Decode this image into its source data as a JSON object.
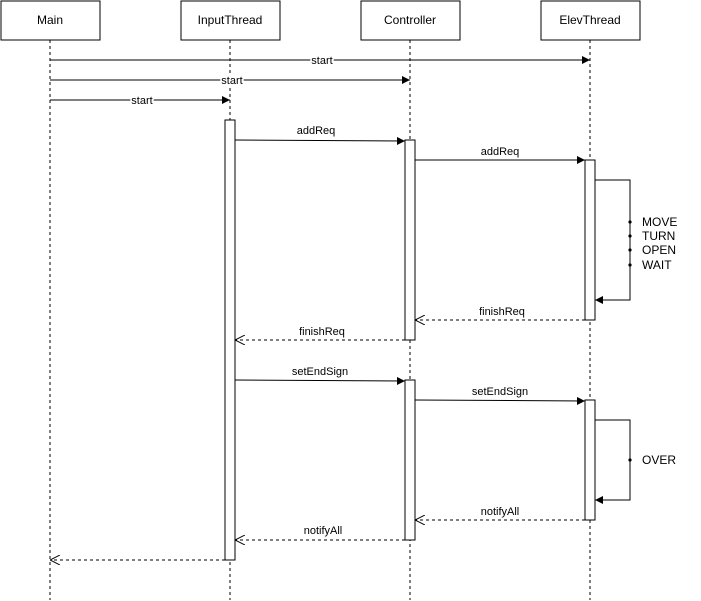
{
  "participants": [
    {
      "id": "main",
      "label": "Main"
    },
    {
      "id": "input",
      "label": "InputThread"
    },
    {
      "id": "controller",
      "label": "Controller"
    },
    {
      "id": "elev",
      "label": "ElevThread"
    }
  ],
  "messages": {
    "start_elev": "start",
    "start_controller": "start",
    "start_input": "start",
    "addreq_1": "addReq",
    "addreq_2": "addReq",
    "finishreq_1": "finishReq",
    "finishreq_2": "finishReq",
    "setendsign_1": "setEndSign",
    "setendsign_2": "setEndSign",
    "notifyall_1": "notifyAll",
    "notifyall_2": "notifyAll"
  },
  "elev_steps": [
    "MOVE",
    "TURN",
    "OPEN",
    "WAIT"
  ],
  "elev_end_step": "OVER"
}
